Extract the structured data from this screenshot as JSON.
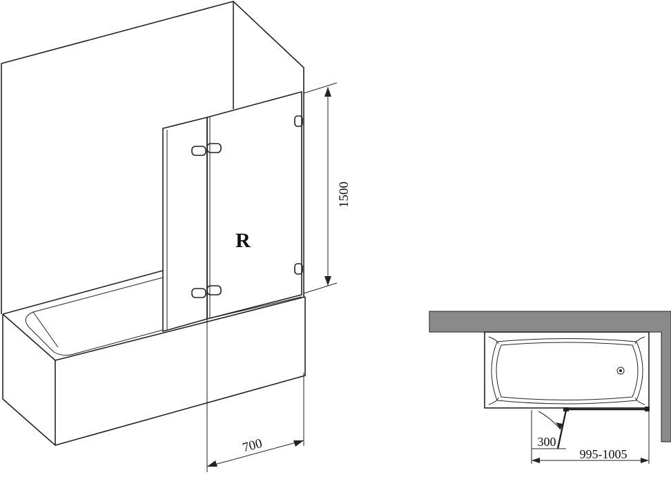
{
  "diagram": {
    "panel_label": "R",
    "height_dimension": "1500",
    "width_dimension": "700",
    "door_swing_dimension": "300",
    "bath_length_dimension": "995-1005"
  },
  "colors": {
    "line": "#222222",
    "wall_fill": "#8a8a8a",
    "background": "#ffffff"
  }
}
